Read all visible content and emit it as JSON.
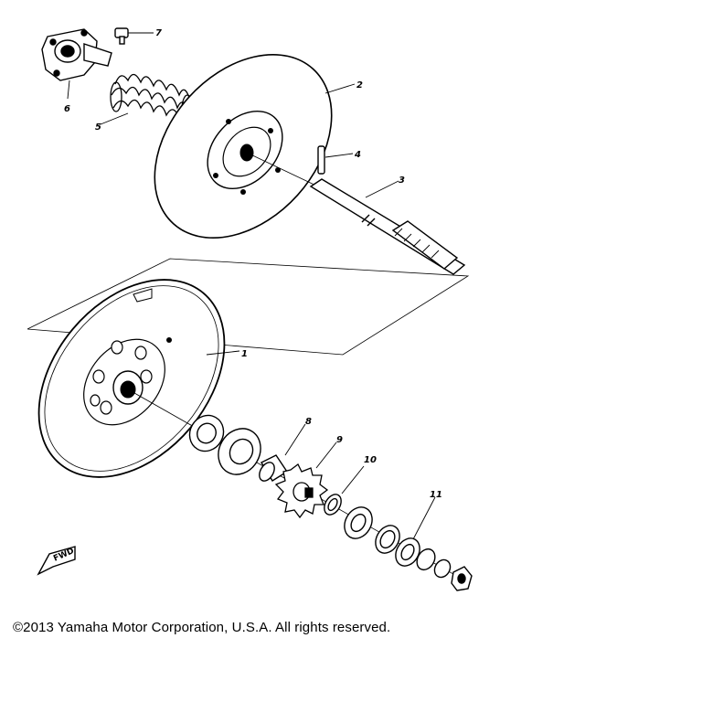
{
  "diagram": {
    "callouts": {
      "p1": "1",
      "p2": "2",
      "p3": "3",
      "p4": "4",
      "p5": "5",
      "p6": "6",
      "p7": "7",
      "p8": "8",
      "p9": "9",
      "p10": "10",
      "p11": "11"
    },
    "direction_marker": "FWD"
  },
  "footer": {
    "copyright": "©2013 Yamaha Motor Corporation, U.S.A. All rights reserved."
  }
}
